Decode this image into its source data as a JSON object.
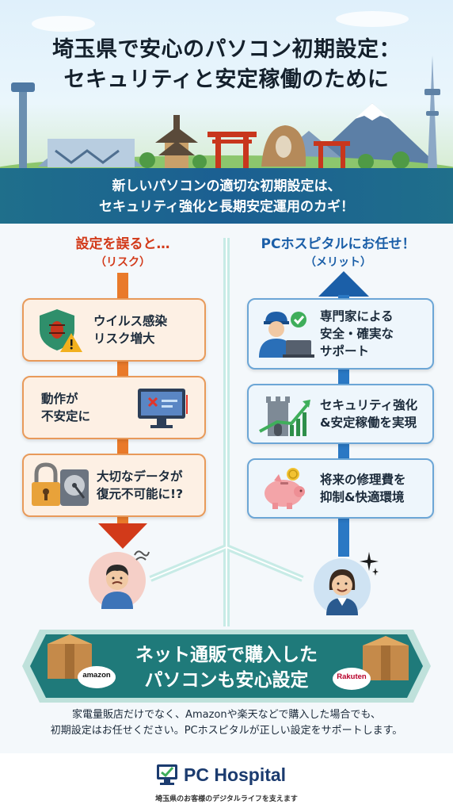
{
  "title": {
    "line1": "埼玉県で安心のパソコン初期設定：",
    "line2": "セキュリティと安定稼働のために"
  },
  "subtitle": "新しいパソコンの適切な初期設定は、\nセキュリティ強化と長期安定運用のカギ！",
  "risk": {
    "heading": "設定を誤ると…",
    "subheading": "（リスク）",
    "items": [
      {
        "icon": "virus-shield-warning-icon",
        "text": "ウイルス感染\nリスク増大"
      },
      {
        "icon": "unstable-monitor-icon",
        "text": "動作が\n不安定に"
      },
      {
        "icon": "lock-hdd-icon",
        "text": "大切なデータが\n復元不可能に!?"
      }
    ]
  },
  "merit": {
    "heading": "PCホスピタルにお任せ！",
    "subheading": "（メリット）",
    "items": [
      {
        "icon": "technician-laptop-icon",
        "text": "専門家による\n安全・確実な\nサポート"
      },
      {
        "icon": "castle-growth-chart-icon",
        "text": "セキュリティ強化\n&安定稼働を実現"
      },
      {
        "icon": "piggy-bank-icon",
        "text": "将来の修理費を\n抑制&快適環境"
      }
    ]
  },
  "banner": {
    "text": "ネット通販で購入した\nパソコンも安心設定",
    "left_shop": "amazon",
    "right_shop": "Rakuten"
  },
  "note": "家電量販店だけでなく、Amazonや楽天などで購入した場合でも、\n初期設定はお任せください。PCホスピタルが正しい設定をサポートします。",
  "footer": {
    "logo": "PC Hospital",
    "tagline": "埼玉県のお客様のデジタルライフを支えます"
  },
  "colors": {
    "risk": "#d23a1a",
    "merit": "#1b5fa8",
    "band": "#1b5f92",
    "banner": "#1f7a7a"
  }
}
